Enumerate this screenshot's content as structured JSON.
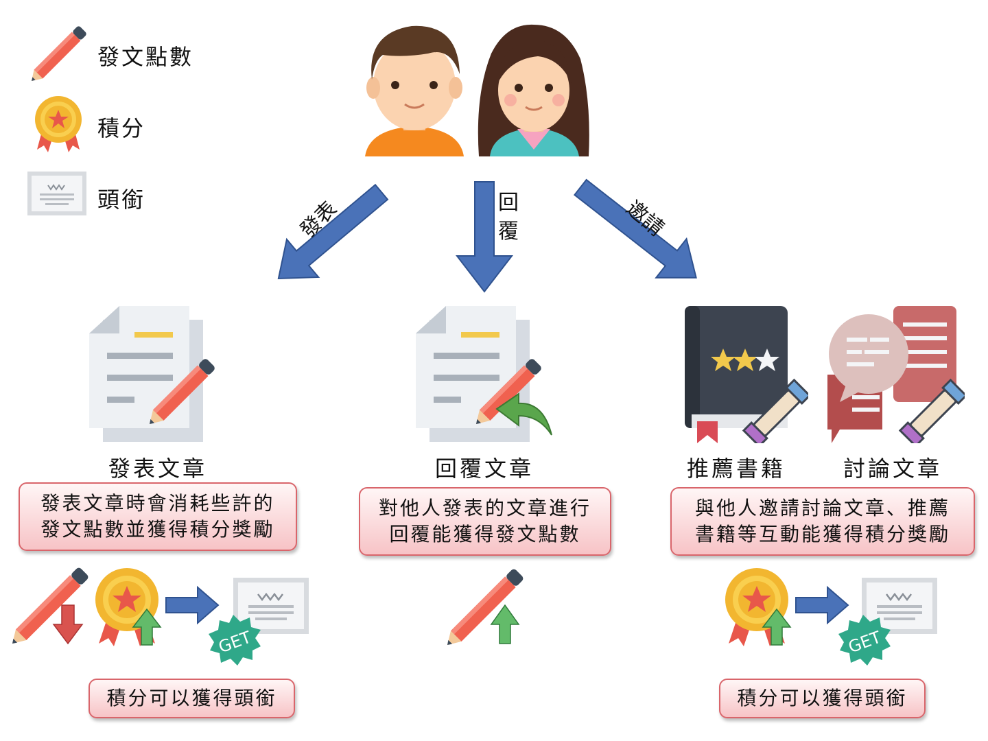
{
  "legend": [
    {
      "icon": "pencil-icon",
      "label": "發文點數"
    },
    {
      "icon": "medal-icon",
      "label": "積分"
    },
    {
      "icon": "certificate-icon",
      "label": "頭銜"
    }
  ],
  "arrows": {
    "left": "發表",
    "middle_1": "回",
    "middle_2": "覆",
    "right": "邀請"
  },
  "sections": {
    "publish": {
      "title": "發表文章",
      "desc": "發表文章時會消耗些許的\n發文點數並獲得積分獎勵",
      "footer": "積分可以獲得頭銜"
    },
    "reply": {
      "title": "回覆文章",
      "desc": "對他人發表的文章進行\n回覆能獲得發文點數"
    },
    "invite": {
      "title_book": "推薦書籍",
      "title_discuss": "討論文章",
      "desc": "與他人邀請討論文章、推薦\n書籍等互動能獲得積分獎勵",
      "footer": "積分可以獲得頭銜"
    }
  },
  "badges": {
    "get": "GET"
  },
  "colors": {
    "arrow_blue": "#4a72b8",
    "arrow_border": "#2f528f",
    "pencil": "#f0614f",
    "up_green": "#63bb6a",
    "down_red": "#d9534f",
    "box_border": "#d9656b"
  }
}
